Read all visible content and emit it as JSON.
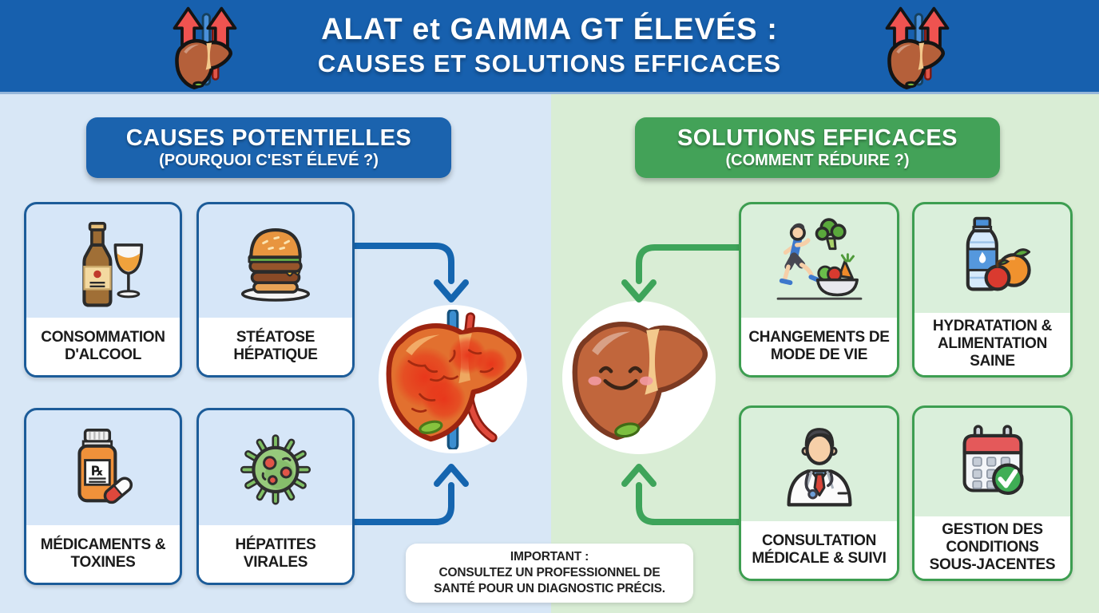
{
  "header": {
    "title_line1": "ALAT et GAMMA GT ÉLEVÉS :",
    "title_line2": "CAUSES ET SOLUTIONS EFFICACES",
    "background": "#1760ae",
    "text_color": "#ffffff",
    "left_icon": "liver-rising-arrows-icon",
    "right_icon": "liver-rising-arrows-icon"
  },
  "causes": {
    "heading": "CAUSES POTENTIELLES",
    "subheading": "(POURQUOI C'EST ÉLEVÉ ?)",
    "accent": "#1b63ae",
    "card_border": "#1c5c99",
    "panel_background": "#d8e7f6",
    "arrow_color": "#1565af",
    "center_illustration": "inflamed-liver-icon",
    "rx_symbol": "℞",
    "cards": [
      {
        "label": "CONSOMMATION D'ALCOOL",
        "icon": "beer-bottle-wine-glass-icon"
      },
      {
        "label": "STÉATOSE HÉPATIQUE",
        "icon": "burger-icon"
      },
      {
        "label": "MÉDICAMENTS & TOXINES",
        "icon": "pill-bottle-capsule-icon"
      },
      {
        "label": "HÉPATITES VIRALES",
        "icon": "virus-icon"
      }
    ]
  },
  "solutions": {
    "heading": "SOLUTIONS EFFICACES",
    "subheading": "(COMMENT RÉDUIRE ?)",
    "accent": "#43a258",
    "card_border": "#3d9e51",
    "panel_background": "#d9edd5",
    "arrow_color": "#3ea45a",
    "center_illustration": "happy-liver-icon",
    "cards": [
      {
        "label": "CHANGEMENTS DE MODE DE VIE",
        "icon": "runner-vegetables-icon"
      },
      {
        "label": "HYDRATATION & ALIMENTATION SAINE",
        "icon": "water-bottle-fruits-icon"
      },
      {
        "label": "CONSULTATION MÉDICALE & SUIVI",
        "icon": "doctor-icon"
      },
      {
        "label": "GESTION DES CONDITIONS SOUS-JACENTES",
        "icon": "calendar-check-icon"
      }
    ]
  },
  "notice": {
    "line1": "IMPORTANT :",
    "line2": "CONSULTEZ UN PROFESSIONNEL DE",
    "line3": "SANTÉ POUR UN DIAGNOSTIC PRÉCIS."
  }
}
